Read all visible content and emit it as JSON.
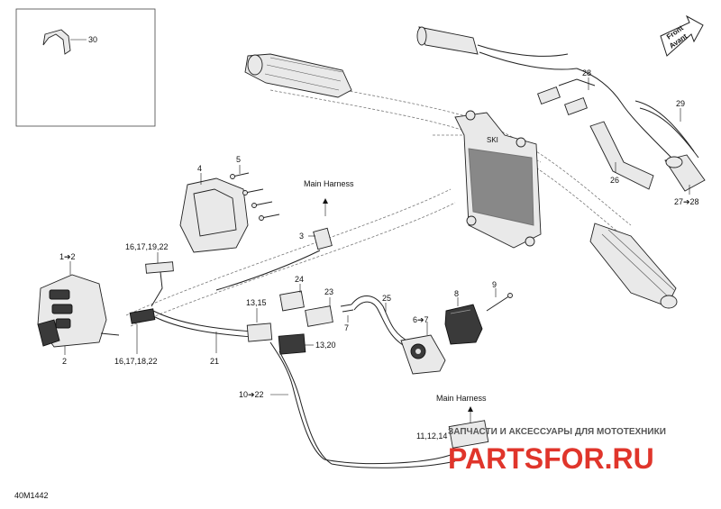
{
  "diagram_id": "40M1442",
  "front_label": {
    "line1": "Front",
    "line2": "Avant"
  },
  "harness_labels": {
    "upper": "Main Harness",
    "lower": "Main Harness"
  },
  "callouts": {
    "c30": "30",
    "c28": "28",
    "c29": "29",
    "c26": "26",
    "c27_28": "27➔28",
    "c4": "4",
    "c5": "5",
    "c3": "3",
    "c16_17_19_22": "16,17,19,22",
    "c1_2": "1➔2",
    "c2": "2",
    "c16_17_18_22": "16,17,18,22",
    "c21": "21",
    "c24": "24",
    "c23": "23",
    "c7": "7",
    "c25": "25",
    "c13_15": "13,15",
    "c13_20": "13,20",
    "c8": "8",
    "c9": "9",
    "c6_7": "6➔7",
    "c10_22": "10➔22",
    "c11_12_14": "11,12,14"
  },
  "watermark": {
    "tagline": "ЗАПЧАСТИ И АКСЕССУАРЫ ДЛЯ МОТОТЕХНИКИ",
    "brand": "PARTSFOR.RU",
    "brand_color": "#e0352b"
  }
}
